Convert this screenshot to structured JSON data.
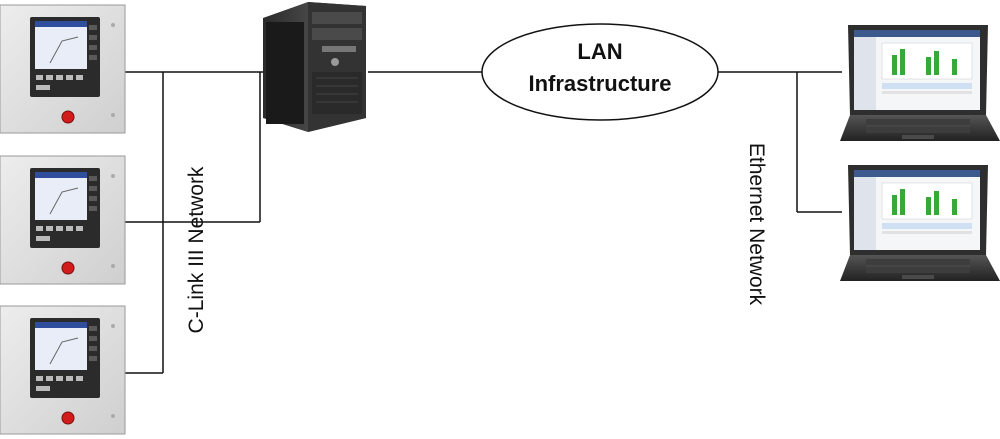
{
  "lan": {
    "line1": "LAN",
    "line2": "Infrastructure"
  },
  "networks": {
    "clink": "C-Link III Network",
    "ethernet": "Ethernet Network"
  },
  "devices": {
    "controllers": [
      "controller-1",
      "controller-2",
      "controller-3"
    ],
    "server": "server-tower",
    "laptops": [
      "laptop-1",
      "laptop-2"
    ]
  }
}
